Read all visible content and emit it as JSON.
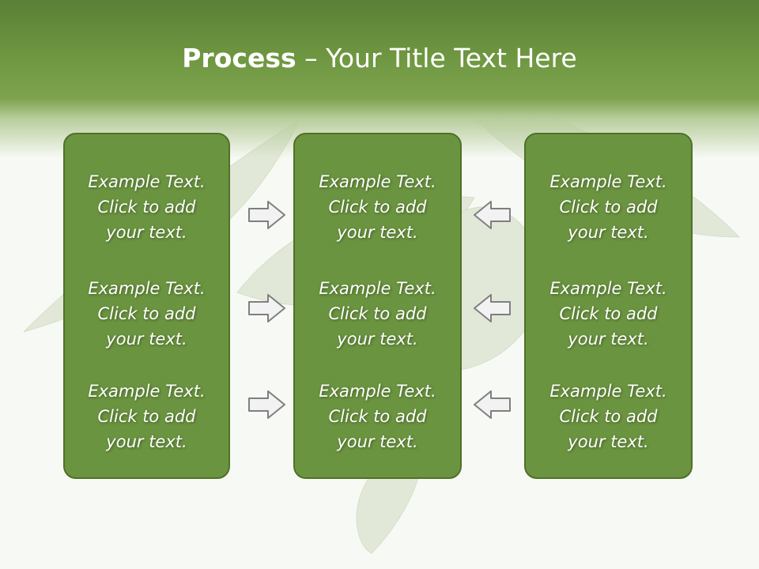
{
  "slide": {
    "title_bold": "Process",
    "title_rest": " – Your Title Text Here",
    "columns": [
      {
        "items": [
          {
            "l1": "Example Text.",
            "l2": "Click  to add",
            "l3": "your text."
          },
          {
            "l1": "Example Text.",
            "l2": "Click  to add",
            "l3": "your text."
          },
          {
            "l1": "Example Text.",
            "l2": "Click  to add",
            "l3": "your text."
          }
        ]
      },
      {
        "items": [
          {
            "l1": "Example Text.",
            "l2": "Click  to add",
            "l3": "your text."
          },
          {
            "l1": "Example Text.",
            "l2": "Click  to add",
            "l3": "your text."
          },
          {
            "l1": "Example Text.",
            "l2": "Click  to add",
            "l3": "your text."
          }
        ]
      },
      {
        "items": [
          {
            "l1": "Example Text.",
            "l2": "Click  to add",
            "l3": "your text."
          },
          {
            "l1": "Example Text.",
            "l2": "Click  to add",
            "l3": "your text."
          },
          {
            "l1": "Example Text.",
            "l2": "Click  to add",
            "l3": "your text."
          }
        ]
      }
    ],
    "arrows": {
      "left_column": "right-arrow-icon",
      "right_column": "left-arrow-icon"
    },
    "colors": {
      "header": "#6e9640",
      "box_fill": "#6b9440",
      "box_border": "#4f7128",
      "text": "#ffffff",
      "arrow_fill": "#f2f2f2",
      "arrow_stroke": "#7f7f7f"
    }
  }
}
